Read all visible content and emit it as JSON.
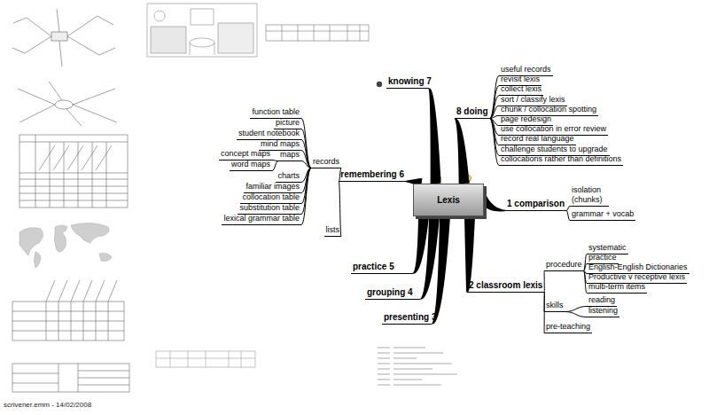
{
  "diagram": {
    "nodes": [
      {
        "text": [
          "Lexis"
        ]
      },
      {
        "text": [
          "knowing 7"
        ]
      },
      {
        "text": [
          "8 doing"
        ]
      },
      {
        "text": [
          "useful records"
        ]
      },
      {
        "text": [
          "revisit lexis"
        ]
      },
      {
        "text": [
          "collect lexis"
        ]
      },
      {
        "text": [
          "sort / classify lexis"
        ]
      },
      {
        "text": [
          "chunk / collocation spotting"
        ]
      },
      {
        "text": [
          "page redesign"
        ]
      },
      {
        "text": [
          "use collocation in error review"
        ]
      },
      {
        "text": [
          "record real language"
        ]
      },
      {
        "text": [
          "challenge students to upgrade"
        ]
      },
      {
        "text": [
          "collocations rather than definitions"
        ]
      },
      {
        "text": [
          "1 comparison"
        ]
      },
      {
        "text": [
          "isolation (chunks)"
        ]
      },
      {
        "text": [
          "grammar + vocab"
        ]
      },
      {
        "text": [
          "2 classroom lexis"
        ]
      },
      {
        "text": [
          "procedure"
        ]
      },
      {
        "text": [
          "systematic"
        ]
      },
      {
        "text": [
          "practice"
        ]
      },
      {
        "text": [
          "English-English Dictionaries"
        ]
      },
      {
        "text": [
          "Productive v receptive lexis"
        ]
      },
      {
        "text": [
          "multi-term items"
        ]
      },
      {
        "text": [
          "skills"
        ]
      },
      {
        "text": [
          "reading"
        ]
      },
      {
        "text": [
          "listening"
        ]
      },
      {
        "text": [
          "pre-teaching"
        ]
      },
      {
        "text": [
          "remembering 6"
        ]
      },
      {
        "text": [
          "records"
        ]
      },
      {
        "text": [
          "function table"
        ]
      },
      {
        "text": [
          "picture"
        ]
      },
      {
        "text": [
          "student notebook"
        ]
      },
      {
        "text": [
          "mind maps"
        ]
      },
      {
        "text": [
          "maps"
        ]
      },
      {
        "text": [
          "concept maps"
        ]
      },
      {
        "text": [
          "word maps"
        ]
      },
      {
        "text": [
          "charts"
        ]
      },
      {
        "text": [
          "familiar images"
        ]
      },
      {
        "text": [
          "collocation table"
        ]
      },
      {
        "text": [
          "substitution table"
        ]
      },
      {
        "text": [
          "lexical grammar table"
        ]
      },
      {
        "text": [
          "lists"
        ]
      },
      {
        "text": [
          "practice 5"
        ]
      },
      {
        "text": [
          "grouping 4"
        ]
      },
      {
        "text": [
          "presenting 3"
        ]
      }
    ],
    "edges": [
      {
        "from": 0,
        "to": 1,
        "arrow": "none"
      },
      {
        "from": 0,
        "to": 2,
        "arrow": "none"
      },
      {
        "from": 2,
        "to": 3,
        "arrow": "none"
      },
      {
        "from": 2,
        "to": 4,
        "arrow": "none"
      },
      {
        "from": 2,
        "to": 5,
        "arrow": "none"
      },
      {
        "from": 2,
        "to": 6,
        "arrow": "none"
      },
      {
        "from": 2,
        "to": 7,
        "arrow": "none"
      },
      {
        "from": 2,
        "to": 8,
        "arrow": "none"
      },
      {
        "from": 2,
        "to": 9,
        "arrow": "none"
      },
      {
        "from": 2,
        "to": 10,
        "arrow": "none"
      },
      {
        "from": 2,
        "to": 11,
        "arrow": "none"
      },
      {
        "from": 2,
        "to": 12,
        "arrow": "none"
      },
      {
        "from": 0,
        "to": 13,
        "arrow": "none"
      },
      {
        "from": 13,
        "to": 14,
        "arrow": "none"
      },
      {
        "from": 13,
        "to": 15,
        "arrow": "none"
      },
      {
        "from": 0,
        "to": 16,
        "arrow": "none"
      },
      {
        "from": 16,
        "to": 17,
        "arrow": "none"
      },
      {
        "from": 17,
        "to": 18,
        "arrow": "none"
      },
      {
        "from": 17,
        "to": 19,
        "arrow": "none"
      },
      {
        "from": 17,
        "to": 20,
        "arrow": "none"
      },
      {
        "from": 17,
        "to": 21,
        "arrow": "none"
      },
      {
        "from": 17,
        "to": 22,
        "arrow": "none"
      },
      {
        "from": 16,
        "to": 23,
        "arrow": "none"
      },
      {
        "from": 23,
        "to": 24,
        "arrow": "none"
      },
      {
        "from": 23,
        "to": 25,
        "arrow": "none"
      },
      {
        "from": 16,
        "to": 26,
        "arrow": "none"
      },
      {
        "from": 0,
        "to": 27,
        "arrow": "none"
      },
      {
        "from": 27,
        "to": 28,
        "arrow": "none"
      },
      {
        "from": 28,
        "to": 29,
        "arrow": "none"
      },
      {
        "from": 28,
        "to": 30,
        "arrow": "none"
      },
      {
        "from": 28,
        "to": 31,
        "arrow": "none"
      },
      {
        "from": 28,
        "to": 32,
        "arrow": "none"
      },
      {
        "from": 28,
        "to": 33,
        "arrow": "none"
      },
      {
        "from": 33,
        "to": 34,
        "arrow": "none"
      },
      {
        "from": 33,
        "to": 35,
        "arrow": "none"
      },
      {
        "from": 28,
        "to": 36,
        "arrow": "none"
      },
      {
        "from": 28,
        "to": 37,
        "arrow": "none"
      },
      {
        "from": 28,
        "to": 38,
        "arrow": "none"
      },
      {
        "from": 28,
        "to": 39,
        "arrow": "none"
      },
      {
        "from": 28,
        "to": 40,
        "arrow": "none"
      },
      {
        "from": 27,
        "to": 41,
        "arrow": "none"
      },
      {
        "from": 0,
        "to": 42,
        "arrow": "none"
      },
      {
        "from": 0,
        "to": 43,
        "arrow": "none"
      },
      {
        "from": 0,
        "to": 44,
        "arrow": "none"
      }
    ],
    "labels": [
      "scrivener.emm - 14/02/2008"
    ]
  }
}
